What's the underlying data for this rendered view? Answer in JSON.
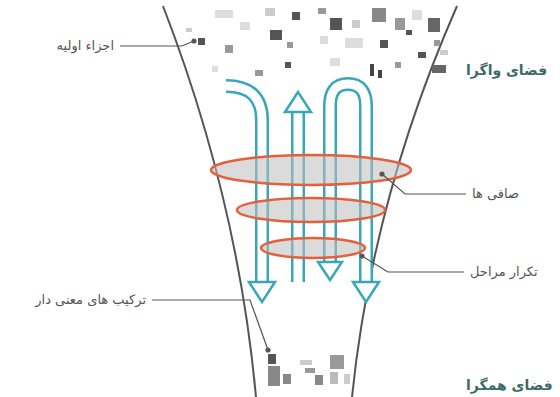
{
  "diagram": {
    "labels": [
      "اجزاء اولیه",
      "فضای واگرا",
      "صافی ها",
      "تکرار مراحل",
      "ترکیب های معنی دار",
      "فضای همگرا"
    ]
  }
}
